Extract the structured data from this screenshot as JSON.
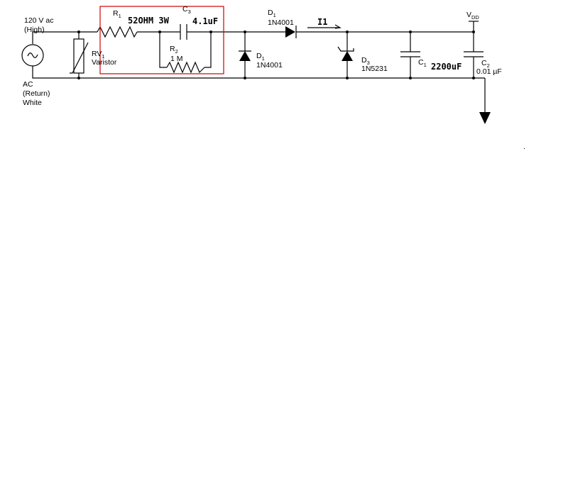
{
  "source": {
    "line1": "120 V ac",
    "line2": "(High)",
    "return1": "AC",
    "return2": "(Return)",
    "return3": "White"
  },
  "varistor": {
    "ref": "RV",
    "ref_sub": "1",
    "name": "Varistor"
  },
  "r1": {
    "ref": "R",
    "ref_sub": "1",
    "value": "52OHM 3W"
  },
  "c3": {
    "ref": "C",
    "ref_sub": "3",
    "value": "4.1uF"
  },
  "r2": {
    "ref": "R",
    "ref_sub": "2",
    "value": "1 M"
  },
  "d1_shunt": {
    "ref": "D",
    "ref_sub": "1",
    "part": "1N4001"
  },
  "d1_series": {
    "ref": "D",
    "ref_sub": "1",
    "part": "1N4001"
  },
  "current": {
    "label": "I1"
  },
  "d3": {
    "ref": "D",
    "ref_sub": "3",
    "part": "1N5231"
  },
  "c1": {
    "ref": "C",
    "ref_sub": "1",
    "value": "2200uF"
  },
  "c2": {
    "ref": "C",
    "ref_sub": "2",
    "value": "0.01 µF"
  },
  "vdd": {
    "ref": "V",
    "ref_sub": "DD"
  },
  "colors": {
    "wire": "#000000",
    "highlight_box": "#d00000"
  }
}
